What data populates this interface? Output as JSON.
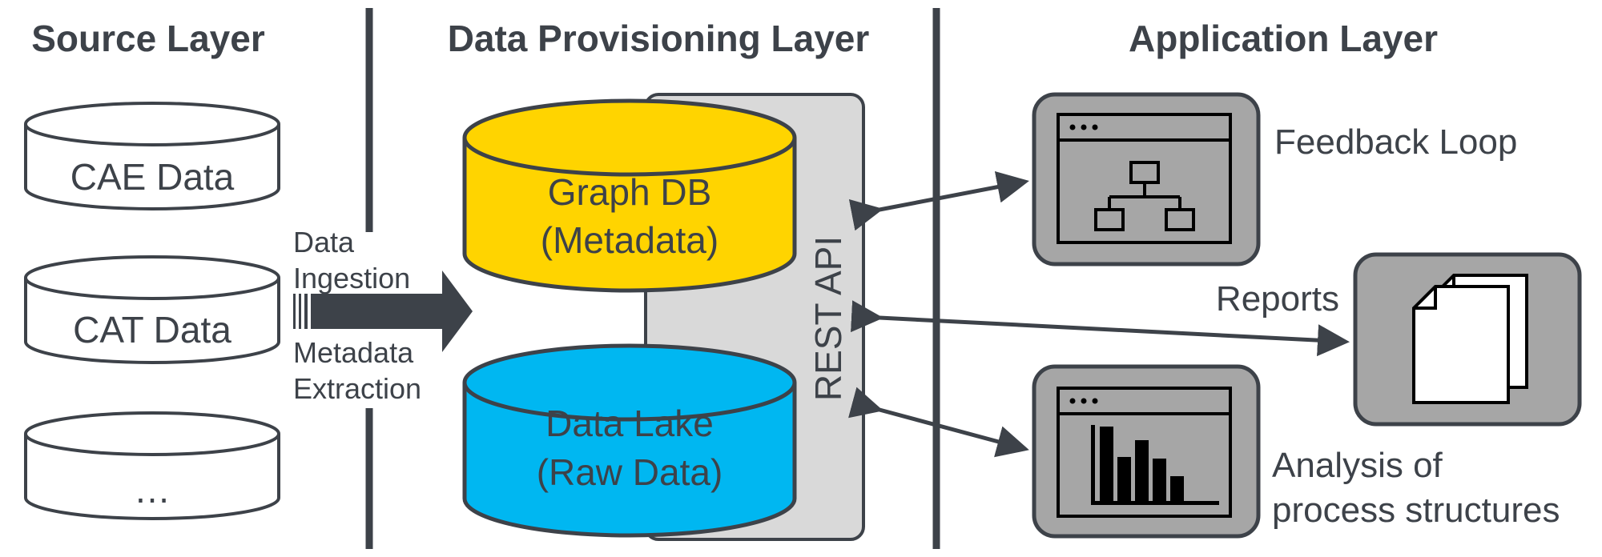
{
  "layers": {
    "source": "Source Layer",
    "provisioning": "Data Provisioning Layer",
    "application": "Application Layer"
  },
  "source_stores": [
    {
      "label": "CAE Data"
    },
    {
      "label": "CAT Data"
    },
    {
      "label": "…"
    }
  ],
  "ingestion": {
    "line1": "Data",
    "line2": "Ingestion",
    "line3": "Metadata",
    "line4": "Extraction"
  },
  "graph_db": {
    "line1": "Graph DB",
    "line2": "(Metadata)"
  },
  "data_lake": {
    "line1": "Data Lake",
    "line2": "(Raw Data)"
  },
  "api": {
    "label": "REST API"
  },
  "applications": {
    "feedback": {
      "label": "Feedback Loop"
    },
    "reports": {
      "label": "Reports"
    },
    "analysis": {
      "line1": "Analysis of",
      "line2": "process structures"
    }
  },
  "colors": {
    "graph_db": "#ffd400",
    "data_lake": "#00b7f1",
    "api_panel": "#d9d9d9",
    "app_tile": "#a6a6a6",
    "dark": "#3d4249"
  }
}
